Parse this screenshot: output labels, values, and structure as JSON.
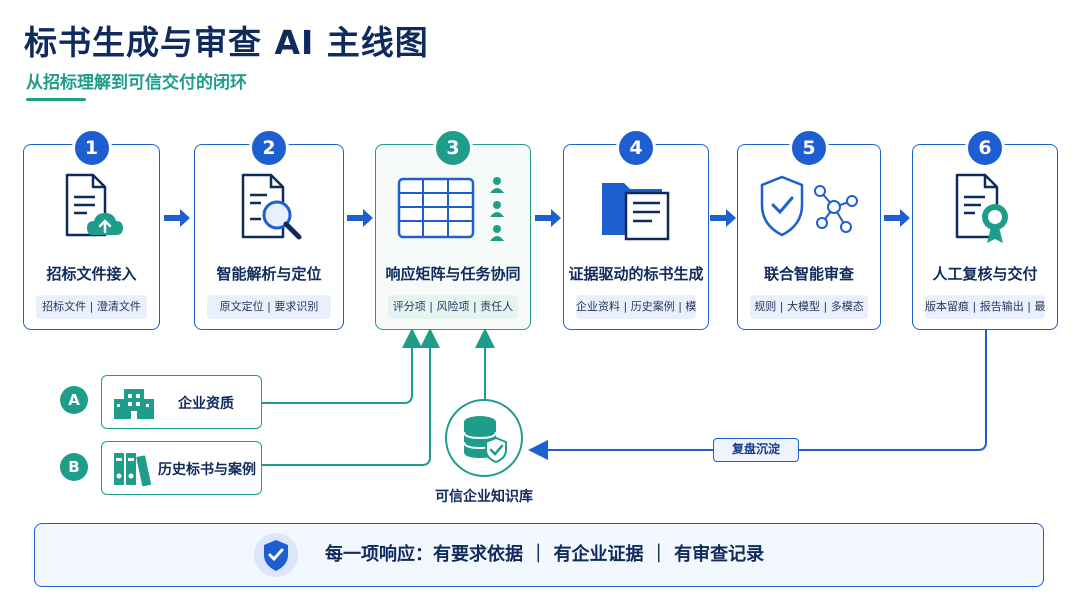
{
  "header": {
    "title": "标书生成与审查 AI 主线图",
    "subtitle": "从招标理解到可信交付的闭环"
  },
  "colors": {
    "blue": "#1d5fd1",
    "teal": "#1f9d8b",
    "navy": "#0f2a5c"
  },
  "steps": [
    {
      "num": "1",
      "title": "招标文件接入",
      "tags": "招标文件 | 澄清文件",
      "icon": "document-cloud-upload-icon"
    },
    {
      "num": "2",
      "title": "智能解析与定位",
      "tags": "原文定位 | 要求识别",
      "icon": "document-magnifier-icon"
    },
    {
      "num": "3",
      "title": "响应矩阵与任务协同",
      "tags": "评分项 | 风险项 | 责任人",
      "icon": "matrix-table-people-icon"
    },
    {
      "num": "4",
      "title": "证据驱动的标书生成",
      "tags": "企业资料 | 历史案例 | 模板",
      "icon": "folder-documents-icon"
    },
    {
      "num": "5",
      "title": "联合智能审查",
      "tags": "规则 | 大模型 | 多模态",
      "icon": "shield-network-icon"
    },
    {
      "num": "6",
      "title": "人工复核与交付",
      "tags": "版本留痕 | 报告输出 | 最终定稿",
      "icon": "document-certificate-icon"
    }
  ],
  "sources": [
    {
      "badge": "A",
      "label": "企业资质",
      "icon": "building-icon"
    },
    {
      "badge": "B",
      "label": "历史标书与案例",
      "icon": "binders-icon"
    }
  ],
  "knowledge_base": {
    "label": "可信企业知识库",
    "icon": "database-shield-icon"
  },
  "feedback": {
    "label": "复盘沉淀"
  },
  "footer": {
    "text": "每一项响应：有要求依据 ｜ 有企业证据 ｜ 有审查记录",
    "icon": "check-shield-icon"
  }
}
